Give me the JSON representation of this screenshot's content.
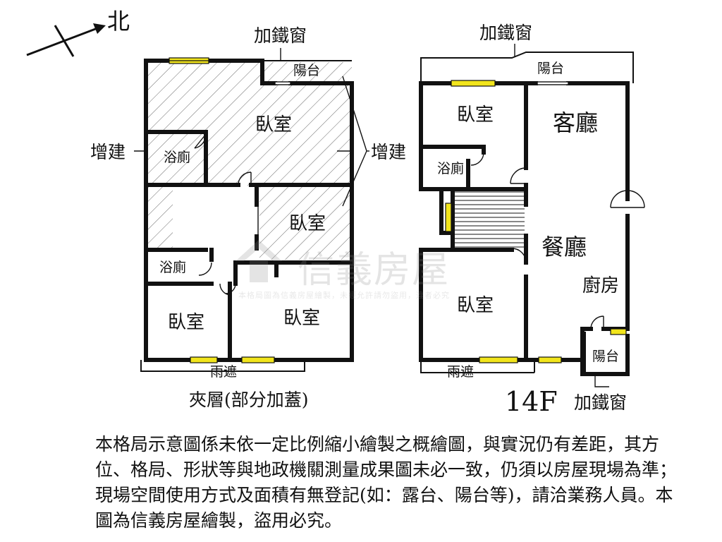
{
  "compass": {
    "north_label": "北"
  },
  "left_plan": {
    "caption": "夾層(部分加蓋)",
    "top_callout": "加鐵窗",
    "side_callout_left": "增建",
    "side_callout_right": "增建",
    "balcony": "陽台",
    "rooms": {
      "bedroom_main": "臥室",
      "bath_top": "浴廁",
      "bedroom_middle": "臥室",
      "bath_lower": "浴廁",
      "bedroom_bottom_left": "臥室",
      "bedroom_bottom_right": "臥室"
    },
    "rain_cover": "雨遮"
  },
  "right_plan": {
    "floor_label": "14F",
    "top_callout": "加鐵窗",
    "bottom_callout": "加鐵窗",
    "balcony_top": "陽台",
    "balcony_bottom": "陽台",
    "rooms": {
      "bedroom_top": "臥室",
      "bath": "浴廁",
      "living": "客廳",
      "dining": "餐廳",
      "kitchen": "廚房",
      "bedroom_bottom": "臥室"
    },
    "rain_cover": "雨遮"
  },
  "watermark": {
    "brand": "信義房屋",
    "subtext": "本格局圖為信義房屋繪製，未經允許請勿盜用，違者必究"
  },
  "disclaimer": "本格局示意圖係未依一定比例縮小繪製之概繪圖，與實況仍有差距，其方位、格局、形狀等與地政機關測量成果圖未必一致，仍須以房屋現場為準；現場空間使用方式及面積有無登記(如：露台、陽台等)，請洽業務人員。本圖為信義房屋繪製，盜用必究。",
  "colors": {
    "wall": "#111111",
    "window": "#f2e51c",
    "hatch": "#555555"
  }
}
